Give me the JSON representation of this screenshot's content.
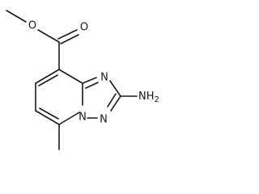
{
  "molecule": {
    "atoms": {
      "ester_ether_o": "O",
      "carbonyl_o": "O",
      "n_upper": "N",
      "n_bridge": "N",
      "n_lower": "N",
      "amino": "NH2"
    }
  }
}
